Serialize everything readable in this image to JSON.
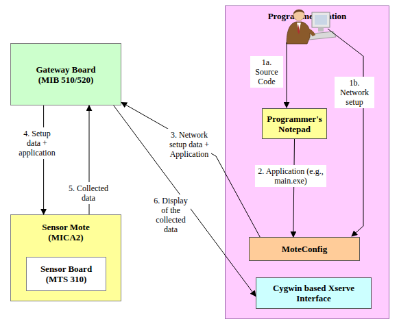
{
  "diagram": {
    "nodes": [
      {
        "text": [
          "Programmer Station"
        ]
      },
      {
        "text": [
          "Gateway Board (MIB 510/520)"
        ]
      },
      {
        "text": [
          "Sensor Mote (MICA2)"
        ]
      },
      {
        "text": [
          "Sensor Board (MTS 310)"
        ],
        "in": 2
      },
      {
        "text": [
          "Programmer's Notepad"
        ],
        "in": 0
      },
      {
        "text": [
          "MoteConfig"
        ],
        "in": 0
      },
      {
        "text": [
          "Cygwin based Xserve Interface"
        ],
        "in": 0
      }
    ],
    "edges": [
      {
        "from": 4,
        "to": 5,
        "label": "2. Application (e.g., main.exe)",
        "arrow": "to"
      },
      {
        "from": 5,
        "to": 1,
        "label": "3. Network setup data + Application",
        "arrow": "to"
      },
      {
        "from": 1,
        "to": 2,
        "label": "4. Setup data + application",
        "arrow": "to"
      },
      {
        "from": 2,
        "to": 1,
        "label": "5. Collected data",
        "arrow": "to"
      },
      {
        "from": 1,
        "to": 6,
        "label": "6. Display of the collected data",
        "arrow": "to"
      }
    ],
    "labels": [
      "1a. Source Code",
      "1b. Network setup"
    ]
  }
}
